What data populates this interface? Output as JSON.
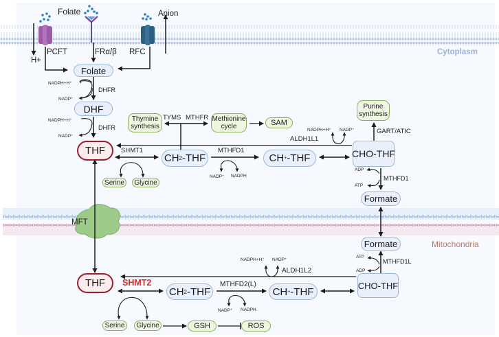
{
  "colors": {
    "background": "#f6f9fe",
    "membrane_cyto": "#b5c6e4",
    "membrane_mito_outer": "#9fb6d9",
    "membrane_mito_inner": "#c99ab9",
    "thf_border": "#9c1e2e",
    "shmt2_label": "#d42a2a",
    "cytoplasm_label": "#9fb1d6",
    "mitochondria_label": "#b87a63",
    "pcft": "#9b5ba6",
    "rfc": "#2d5f80",
    "fr": "#7a4fa8",
    "mft": "#9ccb8a",
    "dots": "#2f7fd1"
  },
  "regions": {
    "cytoplasm": "Cytoplasm",
    "mitochondria": "Mitochondria"
  },
  "transporters": {
    "pcft": "PCFT",
    "fr": "FRα/β",
    "rfc": "RFC",
    "mft": "MFT",
    "folate_ext": "Folate",
    "anion": "Anion",
    "proton": "H+"
  },
  "cyto": {
    "folate": "Folate",
    "dhf": "DHF",
    "thf": "THF",
    "ch2thf_prefix": "CH",
    "ch2thf_sub": "2",
    "ch2thf_suffix": "-THF",
    "chthf_prefix": "CH",
    "chthf_sup": "+",
    "chthf_suffix": "-THF",
    "chothf": "CHO-THF",
    "formate": "Formate",
    "thymine": "Thymine synthesis",
    "methionine": "Methionine cycle",
    "sam": "SAM",
    "purine": "Purine synthesis",
    "serine": "Serine",
    "glycine": "Glycine",
    "enzymes": {
      "dhfr1": "DHFR",
      "dhfr2": "DHFR",
      "shmt1": "SHMT1",
      "tyms": "TYMS",
      "mthfr": "MTHFR",
      "mthfd1_a": "MTHFD1",
      "aldh1l1": "ALDH1L1",
      "gart_atic": "GART/ATIC",
      "mthfd1_b": "MTHFD1"
    },
    "cofactors": {
      "nadph_h_1": "NADPH+H⁺",
      "nadp_1": "NADP⁺",
      "nadph_h_2": "NADPH+H⁺",
      "nadp_2": "NADP⁺",
      "nadp_mthfd1": "NADP⁺",
      "nadph_mthfd1": "NADPH",
      "nadph_h_aldh": "NADPH+H⁺",
      "nadp_aldh": "NADP⁺",
      "adp": "ADP",
      "atp": "ATP"
    }
  },
  "mito": {
    "formate": "Formate",
    "thf": "THF",
    "ch2thf_prefix": "CH",
    "ch2thf_sub": "2",
    "ch2thf_suffix": "-THF",
    "chthf_prefix": "CH",
    "chthf_sup": "+",
    "chthf_suffix": "-THF",
    "chothf": "CHO-THF",
    "serine": "Serine",
    "glycine": "Glycine",
    "gsh": "GSH",
    "ros": "ROS",
    "enzymes": {
      "shmt2": "SHMT2",
      "mthfd2l": "MTHFD2(L)",
      "aldh1l2": "ALDH1L2",
      "mthfd1l": "MTHFD1L"
    },
    "cofactors": {
      "nadp_mthfd2": "NADP⁺",
      "nadph_mthfd2": "NADPH",
      "nadph_h_aldh": "NADPH+H⁺",
      "nadp_aldh": "NADP⁺",
      "atp": "ATP",
      "adp": "ADP"
    }
  }
}
